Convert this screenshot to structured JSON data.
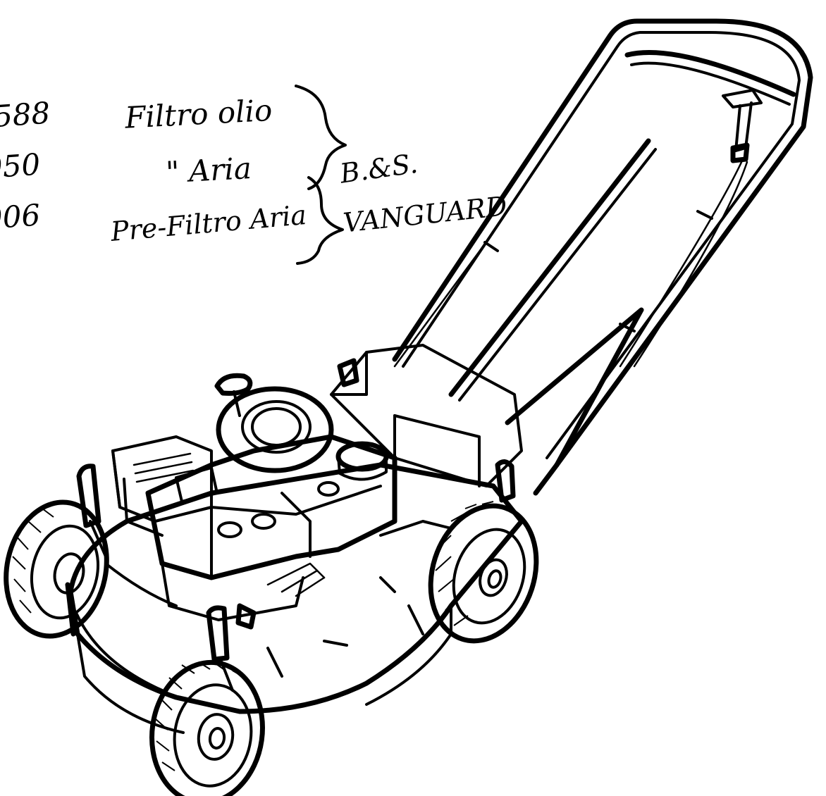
{
  "notes": {
    "left_codes": [
      "588",
      "050",
      "006"
    ],
    "middle_lines": [
      "Filtro olio",
      "\" Aria",
      "Pre-Filtro Aria"
    ],
    "right_lines": [
      "B.&S.",
      "VANGUARD"
    ]
  },
  "icons": {
    "brace_1": "curly-brace",
    "brace_2": "curly-brace",
    "illustration": "lawn-mower"
  }
}
